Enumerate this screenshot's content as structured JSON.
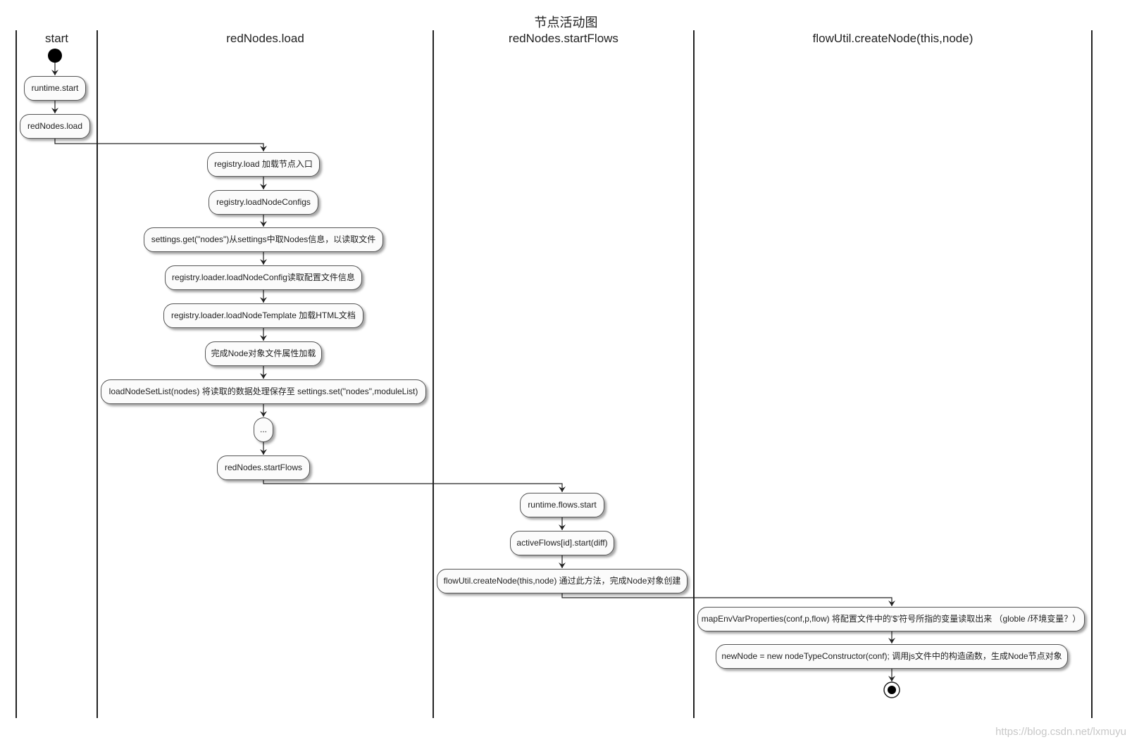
{
  "title": "节点活动图",
  "lanes": [
    {
      "label": "start"
    },
    {
      "label": "redNodes.load"
    },
    {
      "label": "redNodes.startFlows"
    },
    {
      "label": "flowUtil.createNode(this,node)"
    }
  ],
  "activities": {
    "runtime_start": "runtime.start",
    "rednodes_load": "redNodes.load",
    "registry_load": "registry.load 加载节点入口",
    "load_node_configs": "registry.loadNodeConfigs",
    "settings_get": "settings.get(\"nodes\")从settings中取Nodes信息，以读取文件",
    "load_node_config": "registry.loader.loadNodeConfig读取配置文件信息",
    "load_node_template": "registry.loader.loadNodeTemplate 加载HTML文档",
    "node_props_loaded": "完成Node对象文件属性加载",
    "load_node_set_list": "loadNodeSetList(nodes) 将读取的数据处理保存至 settings.set(\"nodes\",moduleList)",
    "ellipsis": "...",
    "rednodes_start_flows": "redNodes.startFlows",
    "runtime_flows_start": "runtime.flows.start",
    "active_flows_start": "activeFlows[id].start(diff)",
    "flowutil_create_node": "flowUtil.createNode(this,node) 通过此方法，完成Node对象创建",
    "map_env_var": "mapEnvVarProperties(conf,p,flow) 将配置文件中的'$'符号所指的变量读取出来 （globle /环境变量？）",
    "new_node": "newNode = new nodeTypeConstructor(conf); 调用js文件中的构造函数，生成Node节点对象"
  },
  "watermark": "https://blog.csdn.net/lxmuyu"
}
